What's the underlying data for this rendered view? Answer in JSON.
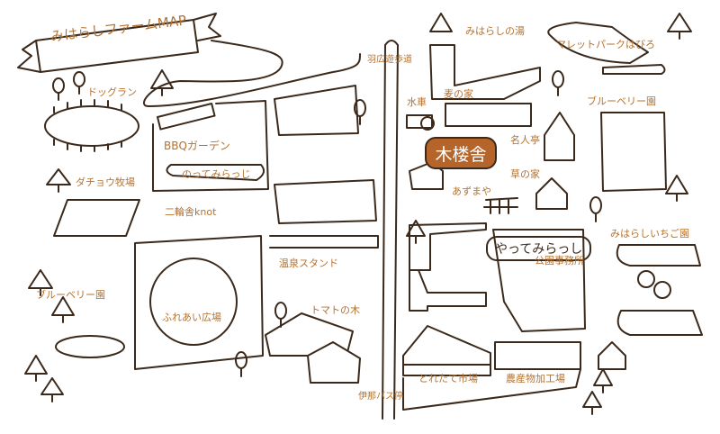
{
  "map": {
    "title": "みはらしファームMAP",
    "highlight": "木楼舎",
    "labels": {
      "dog_run": "ドッグラン",
      "bbq": "BBQガーデン",
      "notte": "のってみらっじ",
      "ostrich": "ダチョウ牧場",
      "knot": "二輪舎knot",
      "blueberry_left": "ブルーベリー園",
      "fureai": "ふれあい広場",
      "onsen_stand": "温泉スタンド",
      "tomato": "トマトの木",
      "path_north": "羽広遊歩道",
      "onsen": "みはらしの湯",
      "mallet": "マレットパークはびろ",
      "watermill": "水車",
      "mugi": "麦の家",
      "meijin": "名人亭",
      "kusa": "草の家",
      "azumaya": "あずまや",
      "blueberry_right": "ブルーベリー園",
      "strawberry": "みはらしいちご園",
      "yatte": "やってみらっし",
      "office": "公園事務所",
      "market": "とれたて市場",
      "processing": "農産物加工場",
      "bus_stop": "伊那バス停"
    },
    "colors": {
      "line": "#3b2a1c",
      "text": "#b5722f",
      "badge": "#b5652a"
    }
  }
}
